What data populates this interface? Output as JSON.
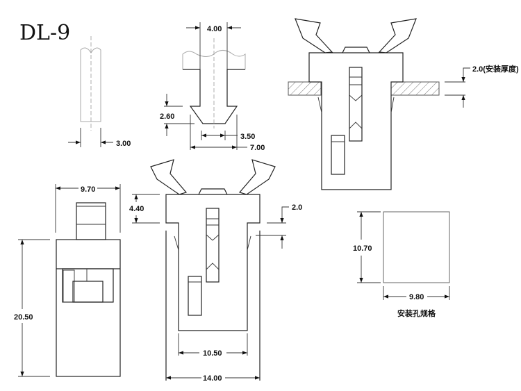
{
  "title": "DL-9",
  "dimensions": {
    "pin_width": "3.00",
    "stem_width": "4.00",
    "head_height": "2.60",
    "tip_width": "3.50",
    "head_width": "7.00",
    "side_width": "9.70",
    "button_height": "4.40",
    "panel_gap": "2.0",
    "total_height": "20.50",
    "lower_width": "10.50",
    "top_width": "14.00",
    "install_thickness": "2.0(安装厚度)",
    "hole_height": "10.70",
    "hole_width": "9.80"
  },
  "hole_label": "安装孔规格"
}
